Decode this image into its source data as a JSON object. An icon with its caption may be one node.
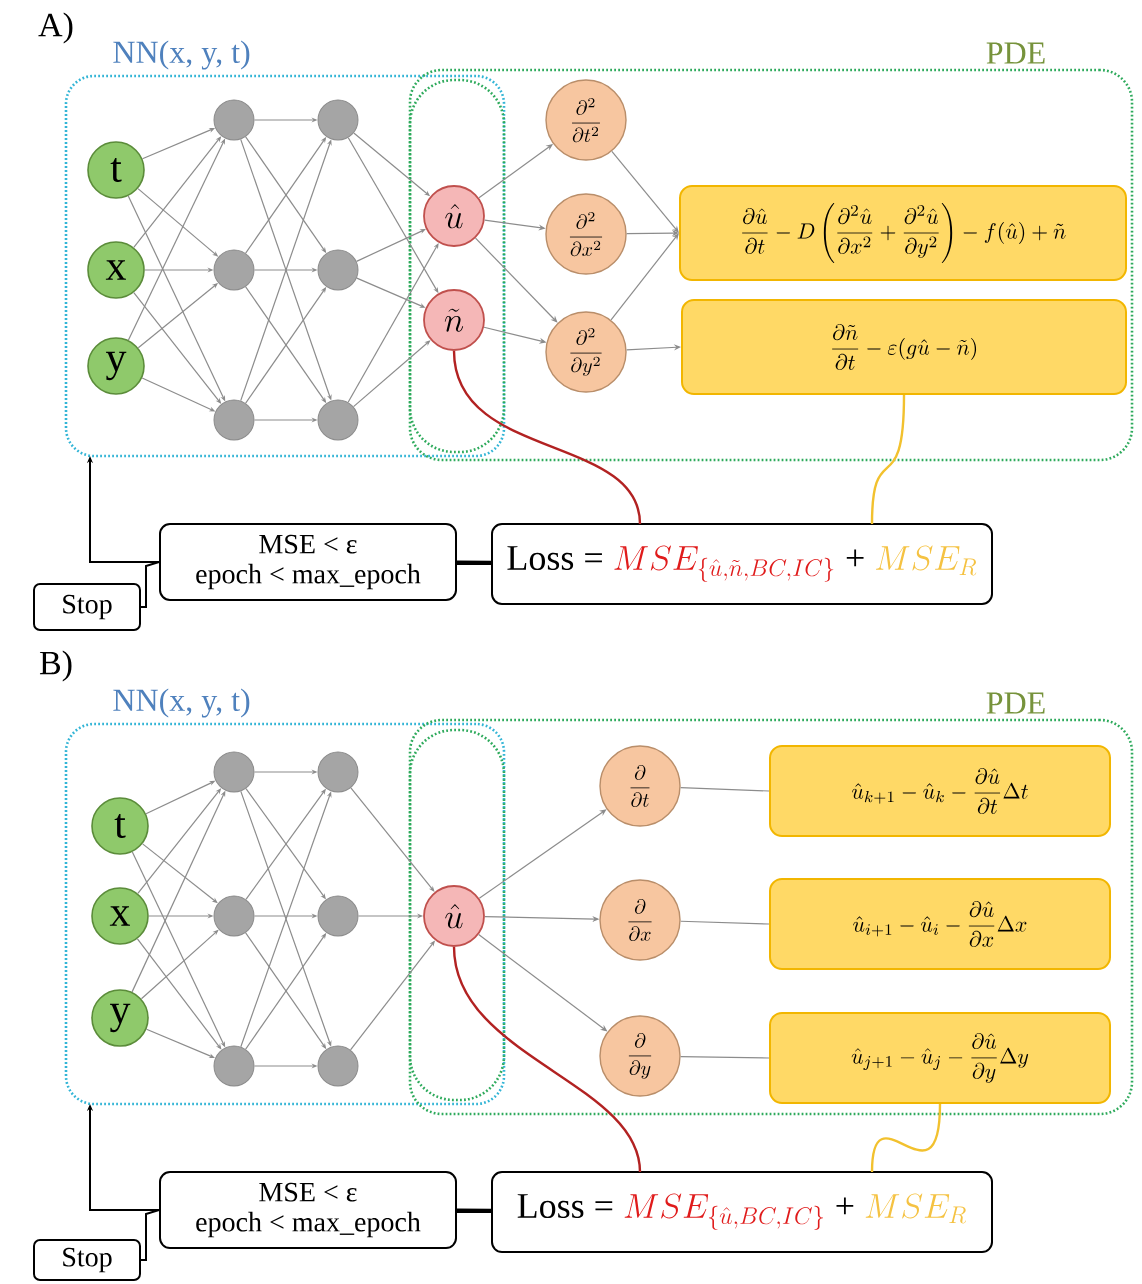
{
  "diagram": {
    "nodes": [
      {
        "text": [
          "NN(x, y, t)"
        ]
      },
      {
        "text": [
          "PDE"
        ]
      },
      {
        "text": [
          "t"
        ],
        "in": 0
      },
      {
        "text": [
          "x"
        ],
        "in": 0
      },
      {
        "text": [
          "y"
        ],
        "in": 0
      },
      {
        "text": [],
        "shape": "circle",
        "in": 0
      },
      {
        "text": [],
        "shape": "circle",
        "in": 0
      },
      {
        "text": [],
        "shape": "circle",
        "in": 0
      },
      {
        "text": [],
        "shape": "circle",
        "in": 0
      },
      {
        "text": [],
        "shape": "circle",
        "in": 0
      },
      {
        "text": [],
        "shape": "circle",
        "in": 0
      },
      {
        "text": [],
        "shape": "box"
      },
      {
        "text": [
          "\\hat{u}"
        ],
        "in": 11
      },
      {
        "text": [
          "\\tilde{n}"
        ],
        "in": 11
      },
      {
        "text": [
          "\\frac{\\partial^2}{\\partial t^2}"
        ],
        "in": 1
      },
      {
        "text": [
          "\\frac{\\partial^2}{\\partial x^2}"
        ],
        "in": 1
      },
      {
        "text": [
          "\\frac{\\partial^2}{\\partial y^2}"
        ],
        "in": 1
      },
      {
        "text": [
          "\\frac{\\partial \\hat{u}}{\\partial t} - D\\left(\\frac{\\partial^2 \\hat{u}}{\\partial x^2}+\\frac{\\partial^2 \\hat{u}}{\\partial y^2}\\right) - f(\\hat{u}) + \\tilde{n}"
        ],
        "in": 1
      },
      {
        "text": [
          "\\frac{\\partial \\tilde{n}}{\\partial t} - \\varepsilon(g\\hat{u}-\\tilde{n})"
        ],
        "in": 1
      },
      {
        "text": [
          "MSE < ε",
          "epoch < max_epoch"
        ]
      },
      {
        "text": [
          "Loss =",
          "MSE_{\\{\\hat{u},\\tilde{n},BC,IC\\}}",
          "+",
          "MSE_R"
        ]
      },
      {
        "text": [
          "Stop"
        ]
      },
      {
        "text": [
          "NN(x, y, t)"
        ]
      },
      {
        "text": [
          "PDE"
        ]
      },
      {
        "text": [
          "t"
        ],
        "in": 22
      },
      {
        "text": [
          "x"
        ],
        "in": 22
      },
      {
        "text": [
          "y"
        ],
        "in": 22
      },
      {
        "text": [],
        "shape": "circle",
        "in": 22
      },
      {
        "text": [],
        "shape": "circle",
        "in": 22
      },
      {
        "text": [],
        "shape": "circle",
        "in": 22
      },
      {
        "text": [],
        "shape": "circle",
        "in": 22
      },
      {
        "text": [],
        "shape": "circle",
        "in": 22
      },
      {
        "text": [],
        "shape": "circle",
        "in": 22
      },
      {
        "text": [],
        "shape": "box"
      },
      {
        "text": [
          "\\hat{u}"
        ],
        "in": 33
      },
      {
        "text": [
          "\\frac{\\partial}{\\partial t}"
        ],
        "in": 23
      },
      {
        "text": [
          "\\frac{\\partial}{\\partial x}"
        ],
        "in": 23
      },
      {
        "text": [
          "\\frac{\\partial}{\\partial y}"
        ],
        "in": 23
      },
      {
        "text": [
          "\\hat{u}_{k+1} - \\hat{u}_k - \\frac{\\partial \\hat{u}}{\\partial t}\\Delta t"
        ],
        "in": 23
      },
      {
        "text": [
          "\\hat{u}_{i+1} - \\hat{u}_i - \\frac{\\partial \\hat{u}}{\\partial x}\\Delta x"
        ],
        "in": 23
      },
      {
        "text": [
          "\\hat{u}_{j+1} - \\hat{u}_j - \\frac{\\partial \\hat{u}}{\\partial y}\\Delta y"
        ],
        "in": 23
      },
      {
        "text": [
          "MSE < ε",
          "epoch < max_epoch"
        ]
      },
      {
        "text": [
          "Loss =",
          "MSE_{\\{\\hat{u},BC,IC\\}}",
          "+",
          "MSE_R"
        ]
      },
      {
        "text": [
          "Stop"
        ]
      }
    ],
    "edges": [
      {
        "from": 2,
        "to": 5,
        "arrow": "to"
      },
      {
        "from": 2,
        "to": 6,
        "arrow": "to"
      },
      {
        "from": 2,
        "to": 7,
        "arrow": "to"
      },
      {
        "from": 3,
        "to": 5,
        "arrow": "to"
      },
      {
        "from": 3,
        "to": 6,
        "arrow": "to"
      },
      {
        "from": 3,
        "to": 7,
        "arrow": "to"
      },
      {
        "from": 4,
        "to": 5,
        "arrow": "to"
      },
      {
        "from": 4,
        "to": 6,
        "arrow": "to"
      },
      {
        "from": 4,
        "to": 7,
        "arrow": "to"
      },
      {
        "from": 5,
        "to": 8,
        "arrow": "to"
      },
      {
        "from": 5,
        "to": 9,
        "arrow": "to"
      },
      {
        "from": 5,
        "to": 10,
        "arrow": "to"
      },
      {
        "from": 6,
        "to": 8,
        "arrow": "to"
      },
      {
        "from": 6,
        "to": 9,
        "arrow": "to"
      },
      {
        "from": 6,
        "to": 10,
        "arrow": "to"
      },
      {
        "from": 7,
        "to": 8,
        "arrow": "to"
      },
      {
        "from": 7,
        "to": 9,
        "arrow": "to"
      },
      {
        "from": 7,
        "to": 10,
        "arrow": "to"
      },
      {
        "from": 8,
        "to": 12,
        "arrow": "to"
      },
      {
        "from": 8,
        "to": 13,
        "arrow": "to"
      },
      {
        "from": 9,
        "to": 12,
        "arrow": "to"
      },
      {
        "from": 9,
        "to": 13,
        "arrow": "to"
      },
      {
        "from": 10,
        "to": 12,
        "arrow": "to"
      },
      {
        "from": 10,
        "to": 13,
        "arrow": "to"
      },
      {
        "from": 12,
        "to": 14,
        "arrow": "to"
      },
      {
        "from": 12,
        "to": 15,
        "arrow": "to"
      },
      {
        "from": 12,
        "to": 16,
        "arrow": "to"
      },
      {
        "from": 13,
        "to": 16,
        "arrow": "to"
      },
      {
        "from": 14,
        "to": 17,
        "arrow": "to"
      },
      {
        "from": 15,
        "to": 17,
        "arrow": "to"
      },
      {
        "from": 16,
        "to": 17,
        "arrow": "to"
      },
      {
        "from": 16,
        "to": 18,
        "arrow": "to"
      },
      {
        "from": 13,
        "to": 20,
        "arrow": "none",
        "color": "#b22222"
      },
      {
        "from": 18,
        "to": 20,
        "arrow": "none",
        "color": "#f2c12e"
      },
      {
        "from": 20,
        "to": 19,
        "arrow": "none",
        "style": "thick",
        "color": "#000000"
      },
      {
        "from": 19,
        "to": 0,
        "arrow": "to",
        "color": "#000000"
      },
      {
        "from": 19,
        "to": 21,
        "arrow": "none",
        "color": "#000000"
      },
      {
        "from": 24,
        "to": 27,
        "arrow": "to"
      },
      {
        "from": 24,
        "to": 28,
        "arrow": "to"
      },
      {
        "from": 24,
        "to": 29,
        "arrow": "to"
      },
      {
        "from": 25,
        "to": 27,
        "arrow": "to"
      },
      {
        "from": 25,
        "to": 28,
        "arrow": "to"
      },
      {
        "from": 25,
        "to": 29,
        "arrow": "to"
      },
      {
        "from": 26,
        "to": 27,
        "arrow": "to"
      },
      {
        "from": 26,
        "to": 28,
        "arrow": "to"
      },
      {
        "from": 26,
        "to": 29,
        "arrow": "to"
      },
      {
        "from": 27,
        "to": 30,
        "arrow": "to"
      },
      {
        "from": 27,
        "to": 31,
        "arrow": "to"
      },
      {
        "from": 27,
        "to": 32,
        "arrow": "to"
      },
      {
        "from": 28,
        "to": 30,
        "arrow": "to"
      },
      {
        "from": 28,
        "to": 31,
        "arrow": "to"
      },
      {
        "from": 28,
        "to": 32,
        "arrow": "to"
      },
      {
        "from": 29,
        "to": 30,
        "arrow": "to"
      },
      {
        "from": 29,
        "to": 31,
        "arrow": "to"
      },
      {
        "from": 29,
        "to": 32,
        "arrow": "to"
      },
      {
        "from": 30,
        "to": 34,
        "arrow": "to"
      },
      {
        "from": 31,
        "to": 34,
        "arrow": "to"
      },
      {
        "from": 32,
        "to": 34,
        "arrow": "to"
      },
      {
        "from": 34,
        "to": 35,
        "arrow": "to"
      },
      {
        "from": 34,
        "to": 36,
        "arrow": "to"
      },
      {
        "from": 34,
        "to": 37,
        "arrow": "to"
      },
      {
        "from": 35,
        "to": 38,
        "arrow": "none"
      },
      {
        "from": 36,
        "to": 39,
        "arrow": "none"
      },
      {
        "from": 37,
        "to": 40,
        "arrow": "none"
      },
      {
        "from": 34,
        "to": 42,
        "arrow": "none",
        "color": "#b22222"
      },
      {
        "from": 40,
        "to": 42,
        "arrow": "none",
        "color": "#f2c12e"
      },
      {
        "from": 42,
        "to": 41,
        "arrow": "none",
        "style": "thick",
        "color": "#000000"
      },
      {
        "from": 41,
        "to": 22,
        "arrow": "to",
        "color": "#000000"
      },
      {
        "from": 41,
        "to": 43,
        "arrow": "none",
        "color": "#000000"
      }
    ],
    "labels": [
      "A)",
      "B)"
    ]
  }
}
